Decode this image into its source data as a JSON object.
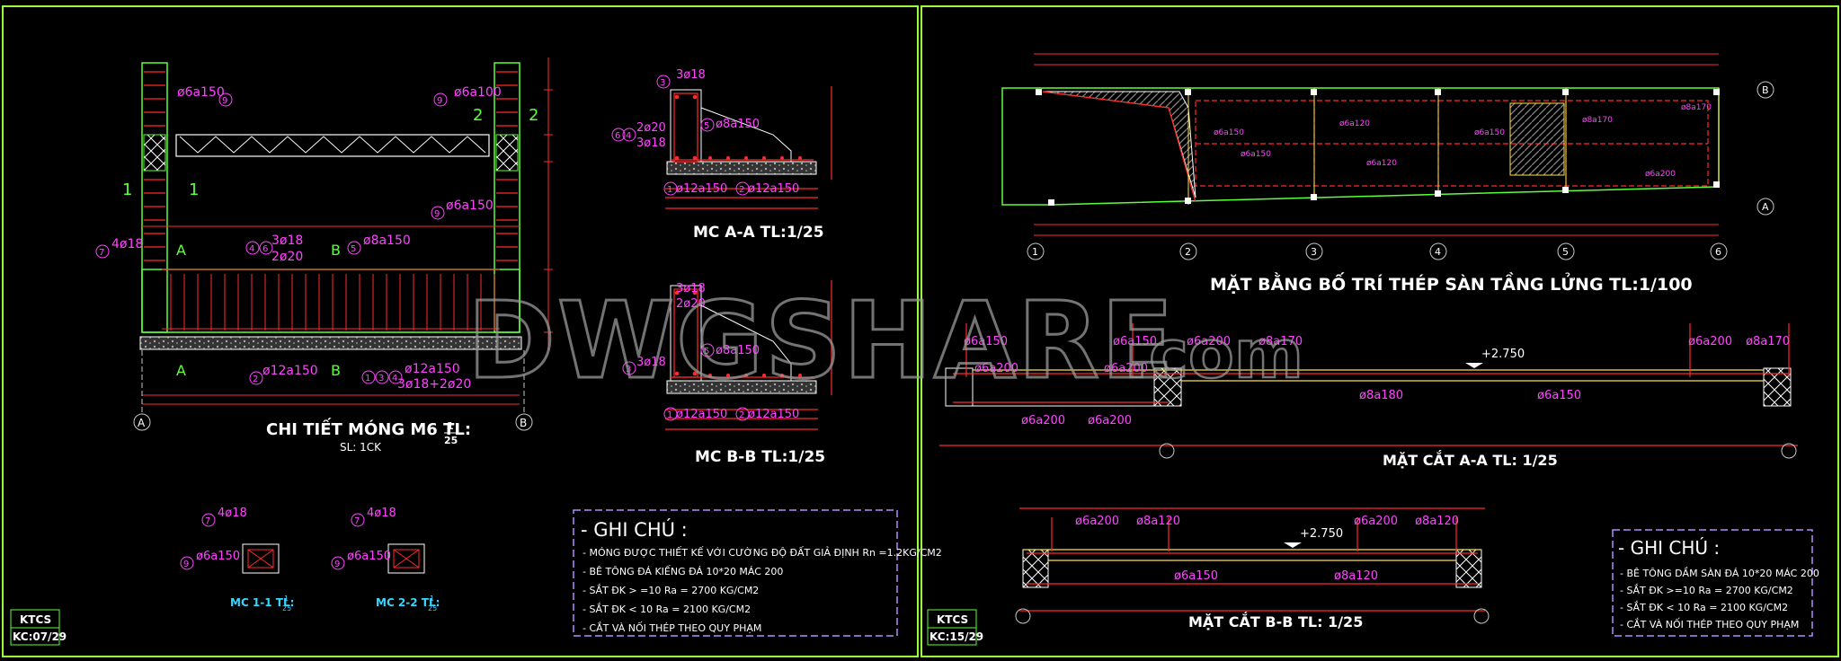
{
  "colors": {
    "background": "#000000",
    "frame": "#9aff3a",
    "rebar": "#ff2a2a",
    "dimension": "#ff2a2a",
    "text": "#ffffff",
    "label": "#ff44ff",
    "grid": "#c8c8c8"
  },
  "left_sheet": {
    "detail_title": "CHI TIẾT MÓNG M6 TL:",
    "detail_scale_num": "1",
    "detail_scale_den": "25",
    "detail_sub": "SL: 1CK",
    "section_aa": "MC A-A TL:1/25",
    "section_bb": "MC B-B TL:1/25",
    "mc11": "MC 1-1 TL:",
    "mc22": "MC 2-2 TL:",
    "mc_scale_num": "1",
    "mc_scale_den": "25",
    "labels": {
      "bar_top_left": "ø6a150",
      "bar_top_right": "ø6a100",
      "bar_right_mid": "ø6a150",
      "bar_4o18": "4ø18",
      "bar_3o18": "3ø18",
      "bar_2o20": "2ø20",
      "bar_8a150": "ø8a150",
      "bar_12a150": "ø12a150",
      "bar_12a150b": "ø12a150",
      "bar_combo": "3ø18+2ø20",
      "axis_a": "A",
      "axis_b": "B",
      "sec_1": "1",
      "sec_2": "2",
      "aa_3o18": "3ø18",
      "aa_2o20": "2ø20",
      "aa_3o18b": "3ø18",
      "aa_8a150": "ø8a150",
      "aa_12a150": "ø12a150",
      "aa_12a150b": "ø12a150",
      "mc11_bar": "4ø18",
      "mc11_stir": "ø6a150",
      "mc22_bar": "4ø18",
      "mc22_stir": "ø6a150"
    },
    "notes_title": "- GHI CHÚ :",
    "notes": [
      "- MÓNG ĐƯỢC THIẾT KẾ VỚI CƯỜNG ĐỘ ĐẤT GIẢ ĐỊNH Rn =1.2KG/CM2",
      "- BÊ TÔNG ĐÁ KIẾNG ĐÁ 10*20 MÁC 200",
      "- SẮT ĐK > =10    Ra = 2700 KG/CM2",
      "- SẮT ĐK < 10    Ra = 2100 KG/CM2",
      "- CẮT VÀ NỐI THÉP THEO QUY PHẠM"
    ],
    "stamp_top": "KTCS",
    "stamp_bottom": "KC:07/29"
  },
  "right_sheet": {
    "plan_title": "MẶT BẰNG BỐ TRÍ THÉP SÀN TẦNG LỬNG TL:1/100",
    "section_aa_title": "MẶT CẮT A-A TL: 1/25",
    "section_bb_title": "MẶT CẮT B-B TL: 1/25",
    "grid_axes": [
      "1",
      "2",
      "3",
      "4",
      "5",
      "6"
    ],
    "row_axes": [
      "B",
      "A"
    ],
    "elev": "+2.750",
    "aa_labels": [
      "ø6a150",
      "ø6a200",
      "ø6a150",
      "ø6a200",
      "ø8a170",
      "ø6a200",
      "ø8a170",
      "ø8a180",
      "ø6a150",
      "ø6a200",
      "ø6a200"
    ],
    "bb_labels": [
      "ø6a200",
      "ø8a120",
      "ø6a200",
      "ø8a120",
      "ø6a150",
      "ø8a120"
    ],
    "notes_title": "- GHI CHÚ :",
    "notes": [
      "- BÊ TÔNG DẦM SÀN ĐÁ 10*20 MÁC 200",
      "- SẮT ĐK >=10    Ra = 2700 KG/CM2",
      "- SẮT ĐK < 10    Ra = 2100 KG/CM2",
      "- CẮT VÀ NỐI THÉP THEO QUY PHẠM"
    ],
    "stamp_top": "KTCS",
    "stamp_bottom": "KC:15/29"
  },
  "watermark": {
    "main": "DWGSHARE",
    "suffix": ".com"
  }
}
